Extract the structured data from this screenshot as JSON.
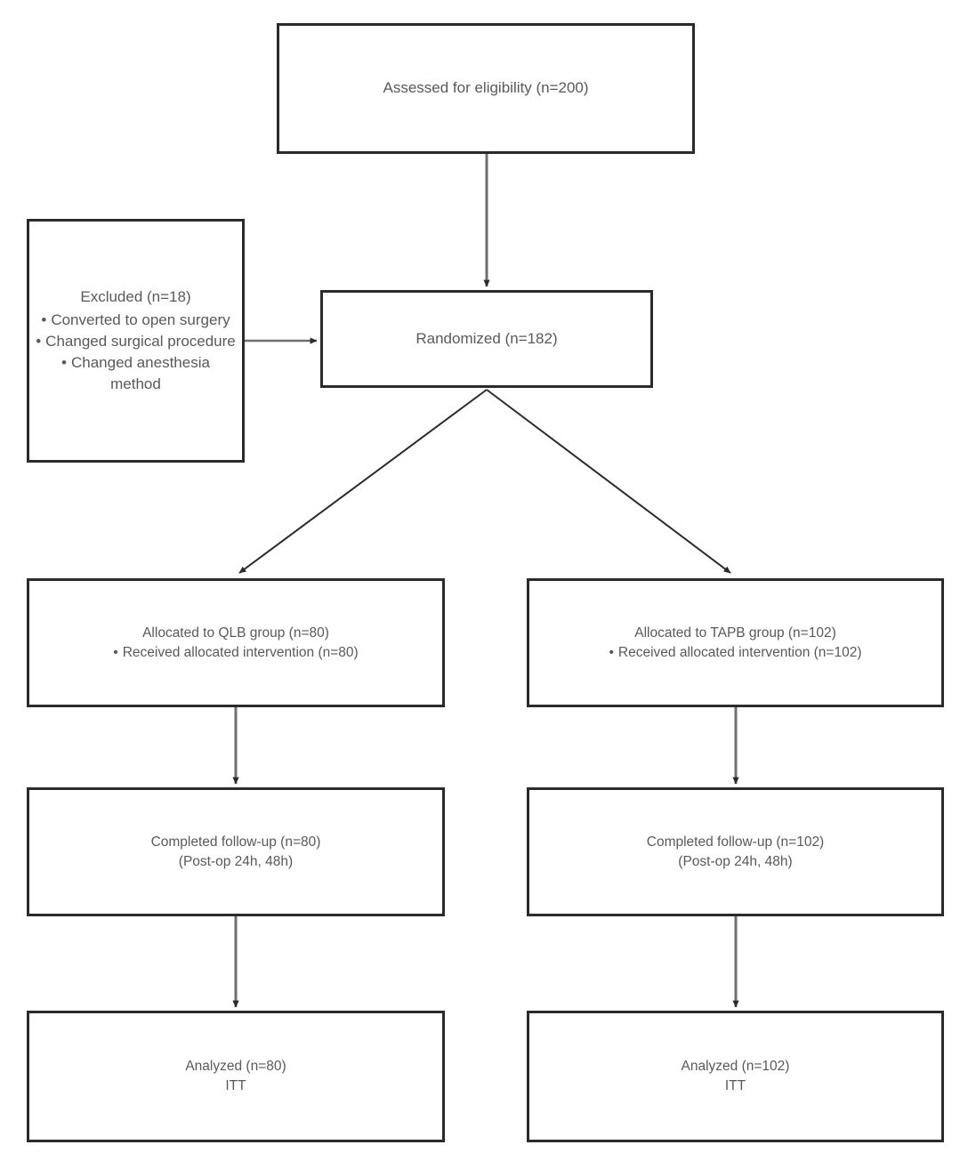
{
  "diagram": {
    "type": "consort-flow-diagram",
    "title": "CONSORT participant flow",
    "colors": {
      "box_border": "#2b2b2b",
      "text": "#58595b",
      "background": "#ffffff",
      "connector": "#3a3a3a"
    },
    "nodes": {
      "assessed": {
        "label": "Assessed for eligibility (n=200)",
        "n": 200
      },
      "excluded": {
        "heading": "Excluded (n=18)",
        "n": 18,
        "reasons": [
          "Converted to open surgery",
          "Changed surgical procedure",
          "Changed anesthesia method"
        ]
      },
      "randomized": {
        "label": "Randomized (n=182)",
        "n": 182
      },
      "allocated_left": {
        "line1": "Allocated to QLB group (n=80)",
        "bullets": [
          "Received allocated intervention (n=80)"
        ],
        "group": "QLB",
        "n": 80
      },
      "allocated_right": {
        "line1": "Allocated to TAPB group (n=102)",
        "bullets": [
          "Received allocated intervention (n=102)"
        ],
        "group": "TAPB",
        "n": 102
      },
      "followup_left": {
        "line1": "Completed follow-up (n=80)",
        "line2": "(Post-op 24h, 48h)",
        "n": 80
      },
      "followup_right": {
        "line1": "Completed follow-up (n=102)",
        "line2": "(Post-op 24h, 48h)",
        "n": 102
      },
      "analyzed_left": {
        "line1": "Analyzed (n=80)",
        "line2": "ITT",
        "n": 80
      },
      "analyzed_right": {
        "line1": "Analyzed (n=102)",
        "line2": "ITT",
        "n": 102
      }
    },
    "connectors": [
      {
        "from": "assessed",
        "to": "randomized",
        "style": "vertical-arrow"
      },
      {
        "from": "excluded",
        "to": "randomized",
        "style": "horizontal-arrow"
      },
      {
        "from": "randomized",
        "to": "allocated_left",
        "style": "diagonal-arrow"
      },
      {
        "from": "randomized",
        "to": "allocated_right",
        "style": "diagonal-arrow"
      },
      {
        "from": "allocated_left",
        "to": "followup_left",
        "style": "vertical-arrow"
      },
      {
        "from": "allocated_right",
        "to": "followup_right",
        "style": "vertical-arrow"
      },
      {
        "from": "followup_left",
        "to": "analyzed_left",
        "style": "vertical-arrow"
      },
      {
        "from": "followup_right",
        "to": "analyzed_right",
        "style": "vertical-arrow"
      }
    ]
  }
}
